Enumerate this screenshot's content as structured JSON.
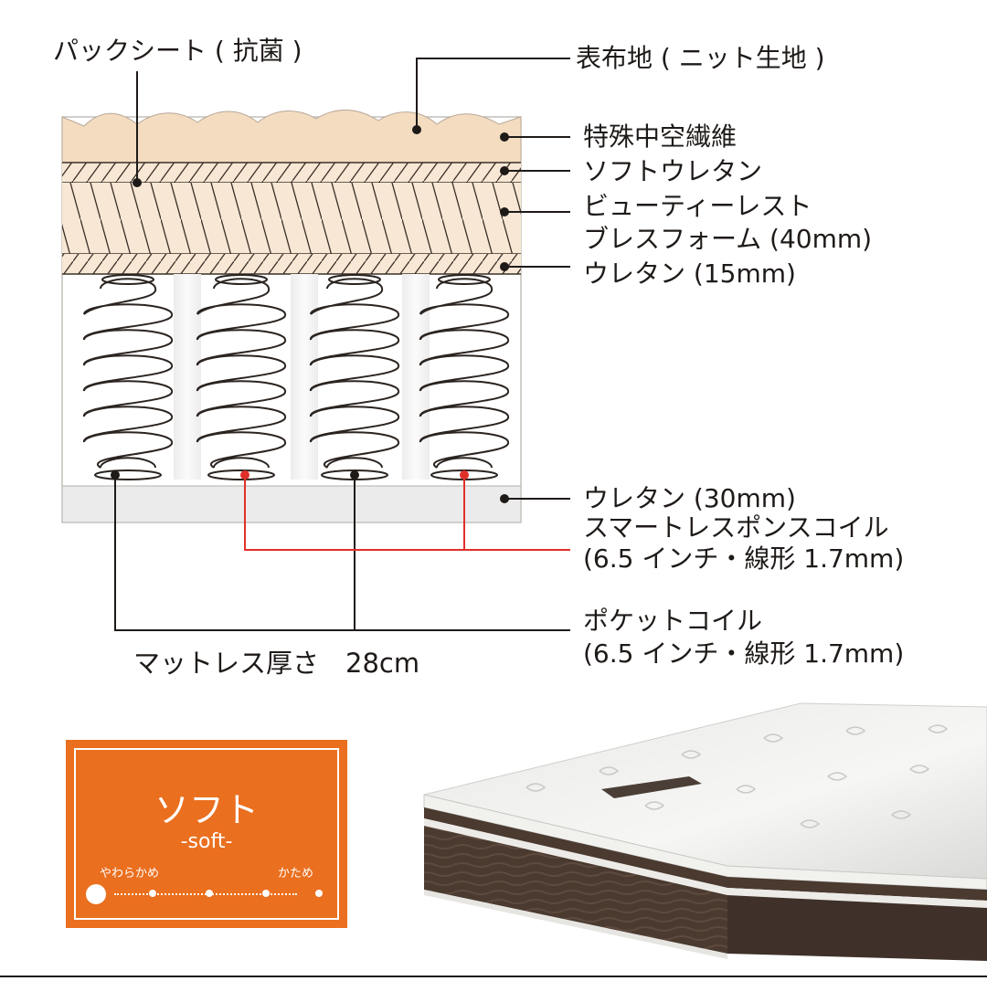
{
  "labels": {
    "pack_sheet": "パックシート ( 抗菌 )",
    "top_fabric": "表布地 ( ニット生地 )",
    "hollow_fiber": "特殊中空繊維",
    "soft_urethane": "ソフトウレタン",
    "beauty_rest_1": "ビューティーレスト",
    "beauty_rest_2": "ブレスフォーム (40mm)",
    "urethane_15": "ウレタン (15mm)",
    "urethane_30": "ウレタン (30mm)",
    "smart_coil_1": "スマートレスポンスコイル",
    "smart_coil_2": "(6.5 インチ・線形 1.7mm)",
    "pocket_coil_1": "ポケットコイル",
    "pocket_coil_2": "(6.5 インチ・線形 1.7mm)",
    "thickness": "マットレス厚さ　28cm"
  },
  "softness": {
    "title": "ソフト",
    "subtitle": "-soft-",
    "left_label": "やわらかめ",
    "right_label": "かため",
    "level": 0
  },
  "colors": {
    "accent_orange": "#ea6f1f",
    "red_marker": "#e0302a",
    "foam": "#f8e7d4",
    "fiber": "#f3dcc0"
  }
}
